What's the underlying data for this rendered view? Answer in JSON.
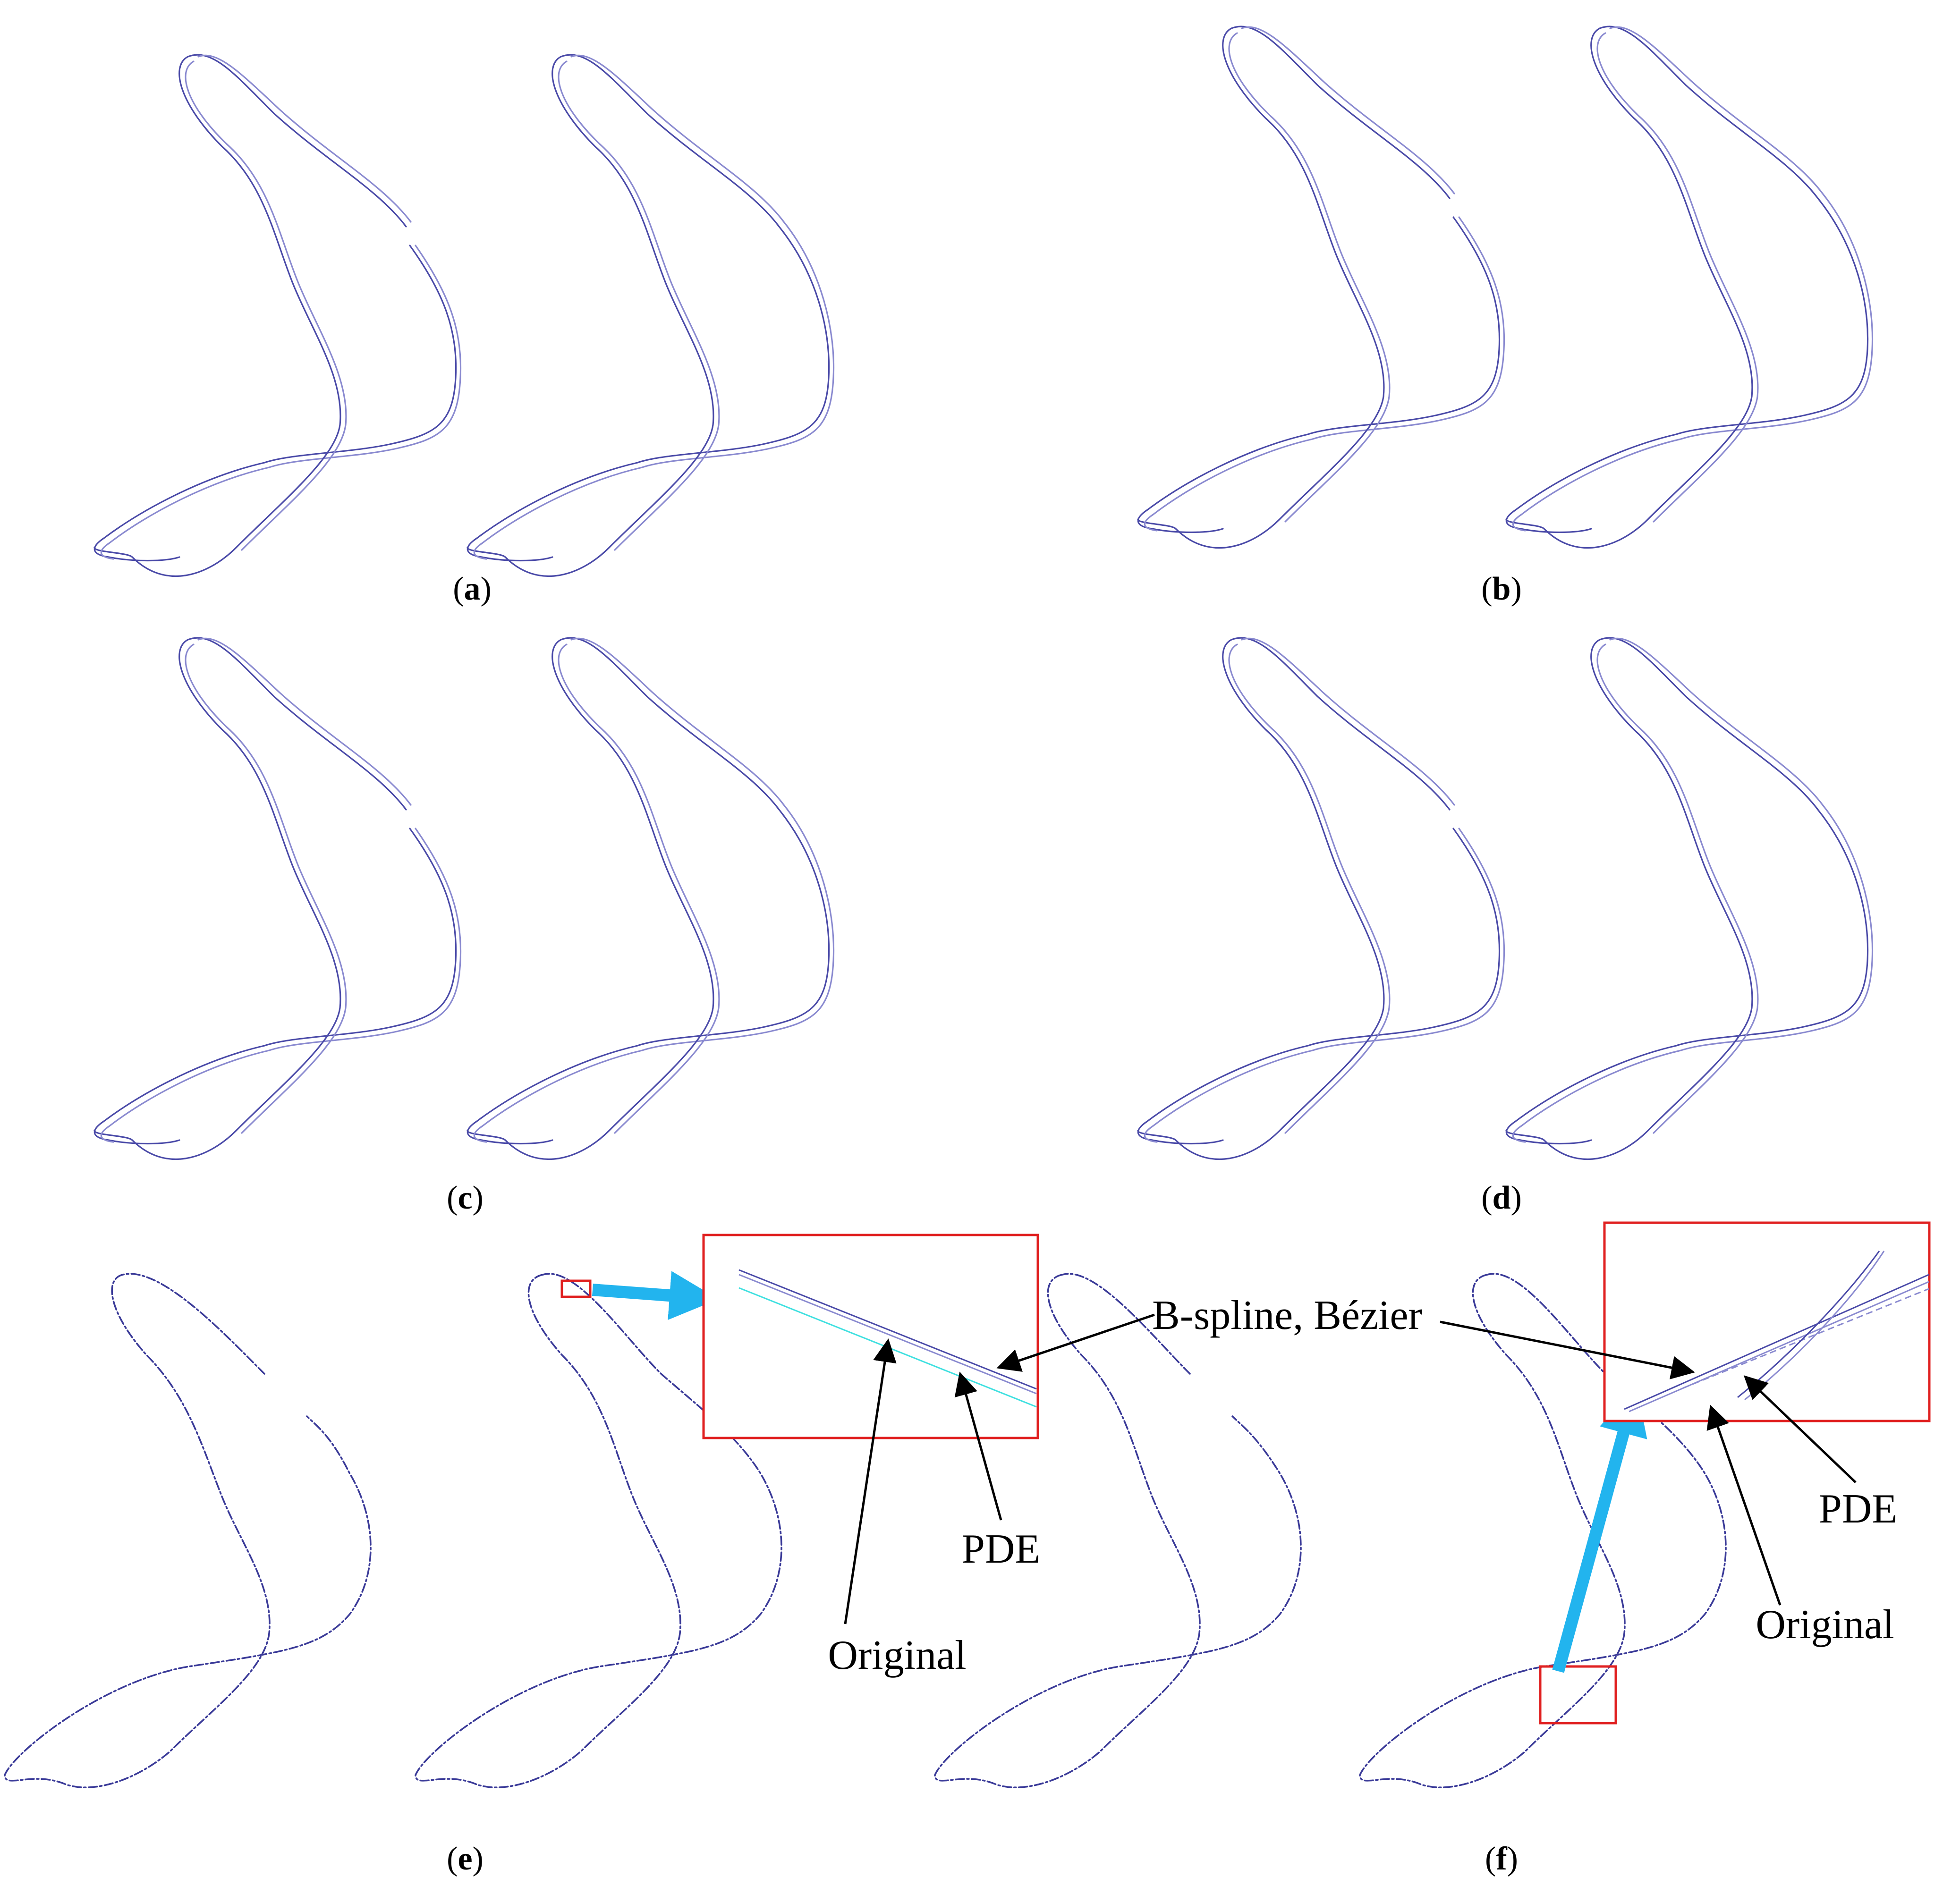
{
  "panels": [
    {
      "id": "a",
      "caption_open": "(",
      "caption_letter": "a",
      "caption_close": ")"
    },
    {
      "id": "b",
      "caption_open": "(",
      "caption_letter": "b",
      "caption_close": ")"
    },
    {
      "id": "c",
      "caption_open": "(",
      "caption_letter": "c",
      "caption_close": ")"
    },
    {
      "id": "d",
      "caption_open": "(",
      "caption_letter": "d",
      "caption_close": ")"
    },
    {
      "id": "e",
      "caption_open": "(",
      "caption_letter": "e",
      "caption_close": ")"
    },
    {
      "id": "f",
      "caption_open": "(",
      "caption_letter": "f",
      "caption_close": ")"
    }
  ],
  "annotations": {
    "bspline_bezier": "B-spline, Bézier",
    "pde_e": "PDE",
    "original_e": "Original",
    "pde_f": "PDE",
    "original_f": "Original"
  },
  "colors": {
    "curve": "#4a4aa8",
    "curve_light": "#8a8ad0",
    "original_cyan": "#40e0e0",
    "highlight_box": "#e02020",
    "zoom_arrow": "#22b4ee",
    "pointer_arrow": "#000000",
    "background": "#ffffff"
  }
}
